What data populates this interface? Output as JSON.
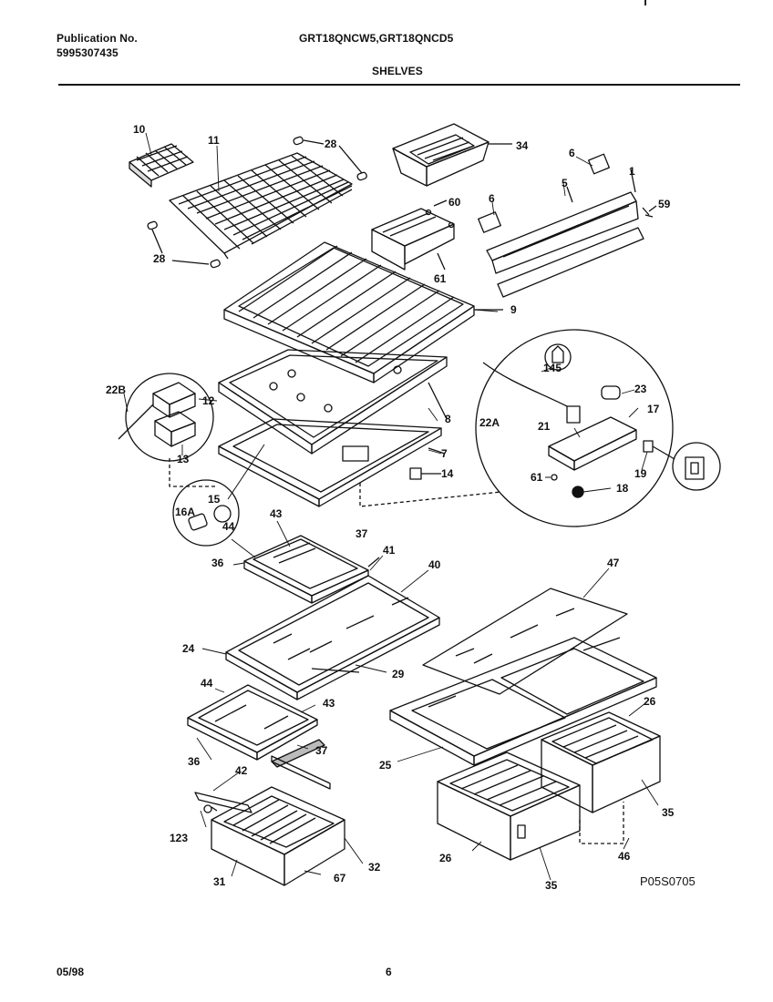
{
  "header": {
    "publication_label": "Publication No.",
    "publication_number": "5995307435",
    "model_numbers": "GRT18QNCW5,GRT18QNCD5",
    "section_title": "SHELVES"
  },
  "footer": {
    "date": "05/98",
    "page_number": "6"
  },
  "diagram": {
    "code": "P05S0705",
    "callouts": {
      "c1": "1",
      "c5": "5",
      "c6a": "6",
      "c6b": "6",
      "c7": "7",
      "c8": "8",
      "c9": "9",
      "c10": "10",
      "c11": "11",
      "c12": "12",
      "c13": "13",
      "c14": "14",
      "c15": "15",
      "c16a": "16A",
      "c17": "17",
      "c18": "18",
      "c19": "19",
      "c21": "21",
      "c22a": "22A",
      "c22b": "22B",
      "c23": "23",
      "c24": "24",
      "c25": "25",
      "c26a": "26",
      "c26b": "26",
      "c28a": "28",
      "c28b": "28",
      "c29": "29",
      "c31": "31",
      "c32": "32",
      "c34": "34",
      "c35a": "35",
      "c35b": "35",
      "c36a": "36",
      "c36b": "36",
      "c37a": "37",
      "c37b": "37",
      "c40": "40",
      "c41": "41",
      "c42": "42",
      "c43a": "43",
      "c43b": "43",
      "c44a": "44",
      "c44b": "44",
      "c46": "46",
      "c47": "47",
      "c59": "59",
      "c60": "60",
      "c61a": "61",
      "c61b": "61",
      "c67": "67",
      "c123": "123",
      "c145": "145"
    }
  }
}
